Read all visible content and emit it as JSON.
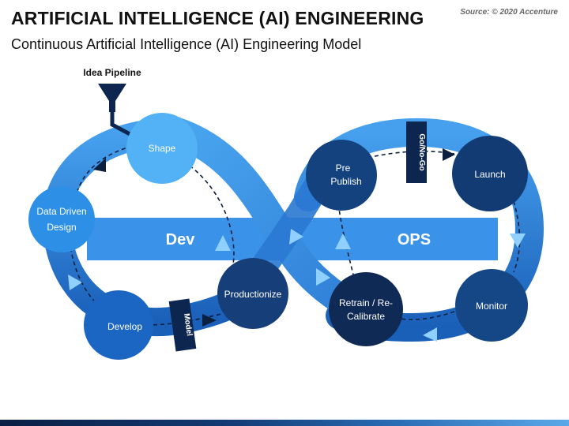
{
  "header": {
    "title": "ARTIFICIAL INTELLIGENCE (AI) ENGINEERING",
    "subtitle": "Continuous Artificial Intelligence (AI) Engineering Model",
    "source": "Source: © 2020 Accenture"
  },
  "pipeline": {
    "label": "Idea Pipeline"
  },
  "bands": {
    "dev": "Dev",
    "ops": "OPS"
  },
  "tags": {
    "go_no_go": "Go/No-Go",
    "model": "Model"
  },
  "nodes": {
    "shape": {
      "lines": [
        "Shape"
      ]
    },
    "data_driven_design": {
      "lines": [
        "Data Driven",
        "Design"
      ]
    },
    "develop": {
      "lines": [
        "Develop"
      ]
    },
    "productionize": {
      "lines": [
        "Productionize"
      ]
    },
    "pre_publish": {
      "lines": [
        "Pre",
        "Publish"
      ]
    },
    "launch": {
      "lines": [
        "Launch"
      ]
    },
    "monitor": {
      "lines": [
        "Monitor"
      ]
    },
    "retrain": {
      "lines": [
        "Retrain / Re-",
        "Calibrate"
      ]
    }
  },
  "colors": {
    "loop_light": "#3d95e6",
    "loop_dark": "#1e6cc7",
    "band": "#3a93e8",
    "shape": "#52b2f5",
    "data_driven_design": "#2e8fe6",
    "develop": "#1b66c2",
    "productionize": "#163f7a",
    "pre_publish": "#14427e",
    "launch": "#123b73",
    "monitor": "#154786",
    "retrain": "#0f2a55",
    "tag": "#0d2650"
  }
}
